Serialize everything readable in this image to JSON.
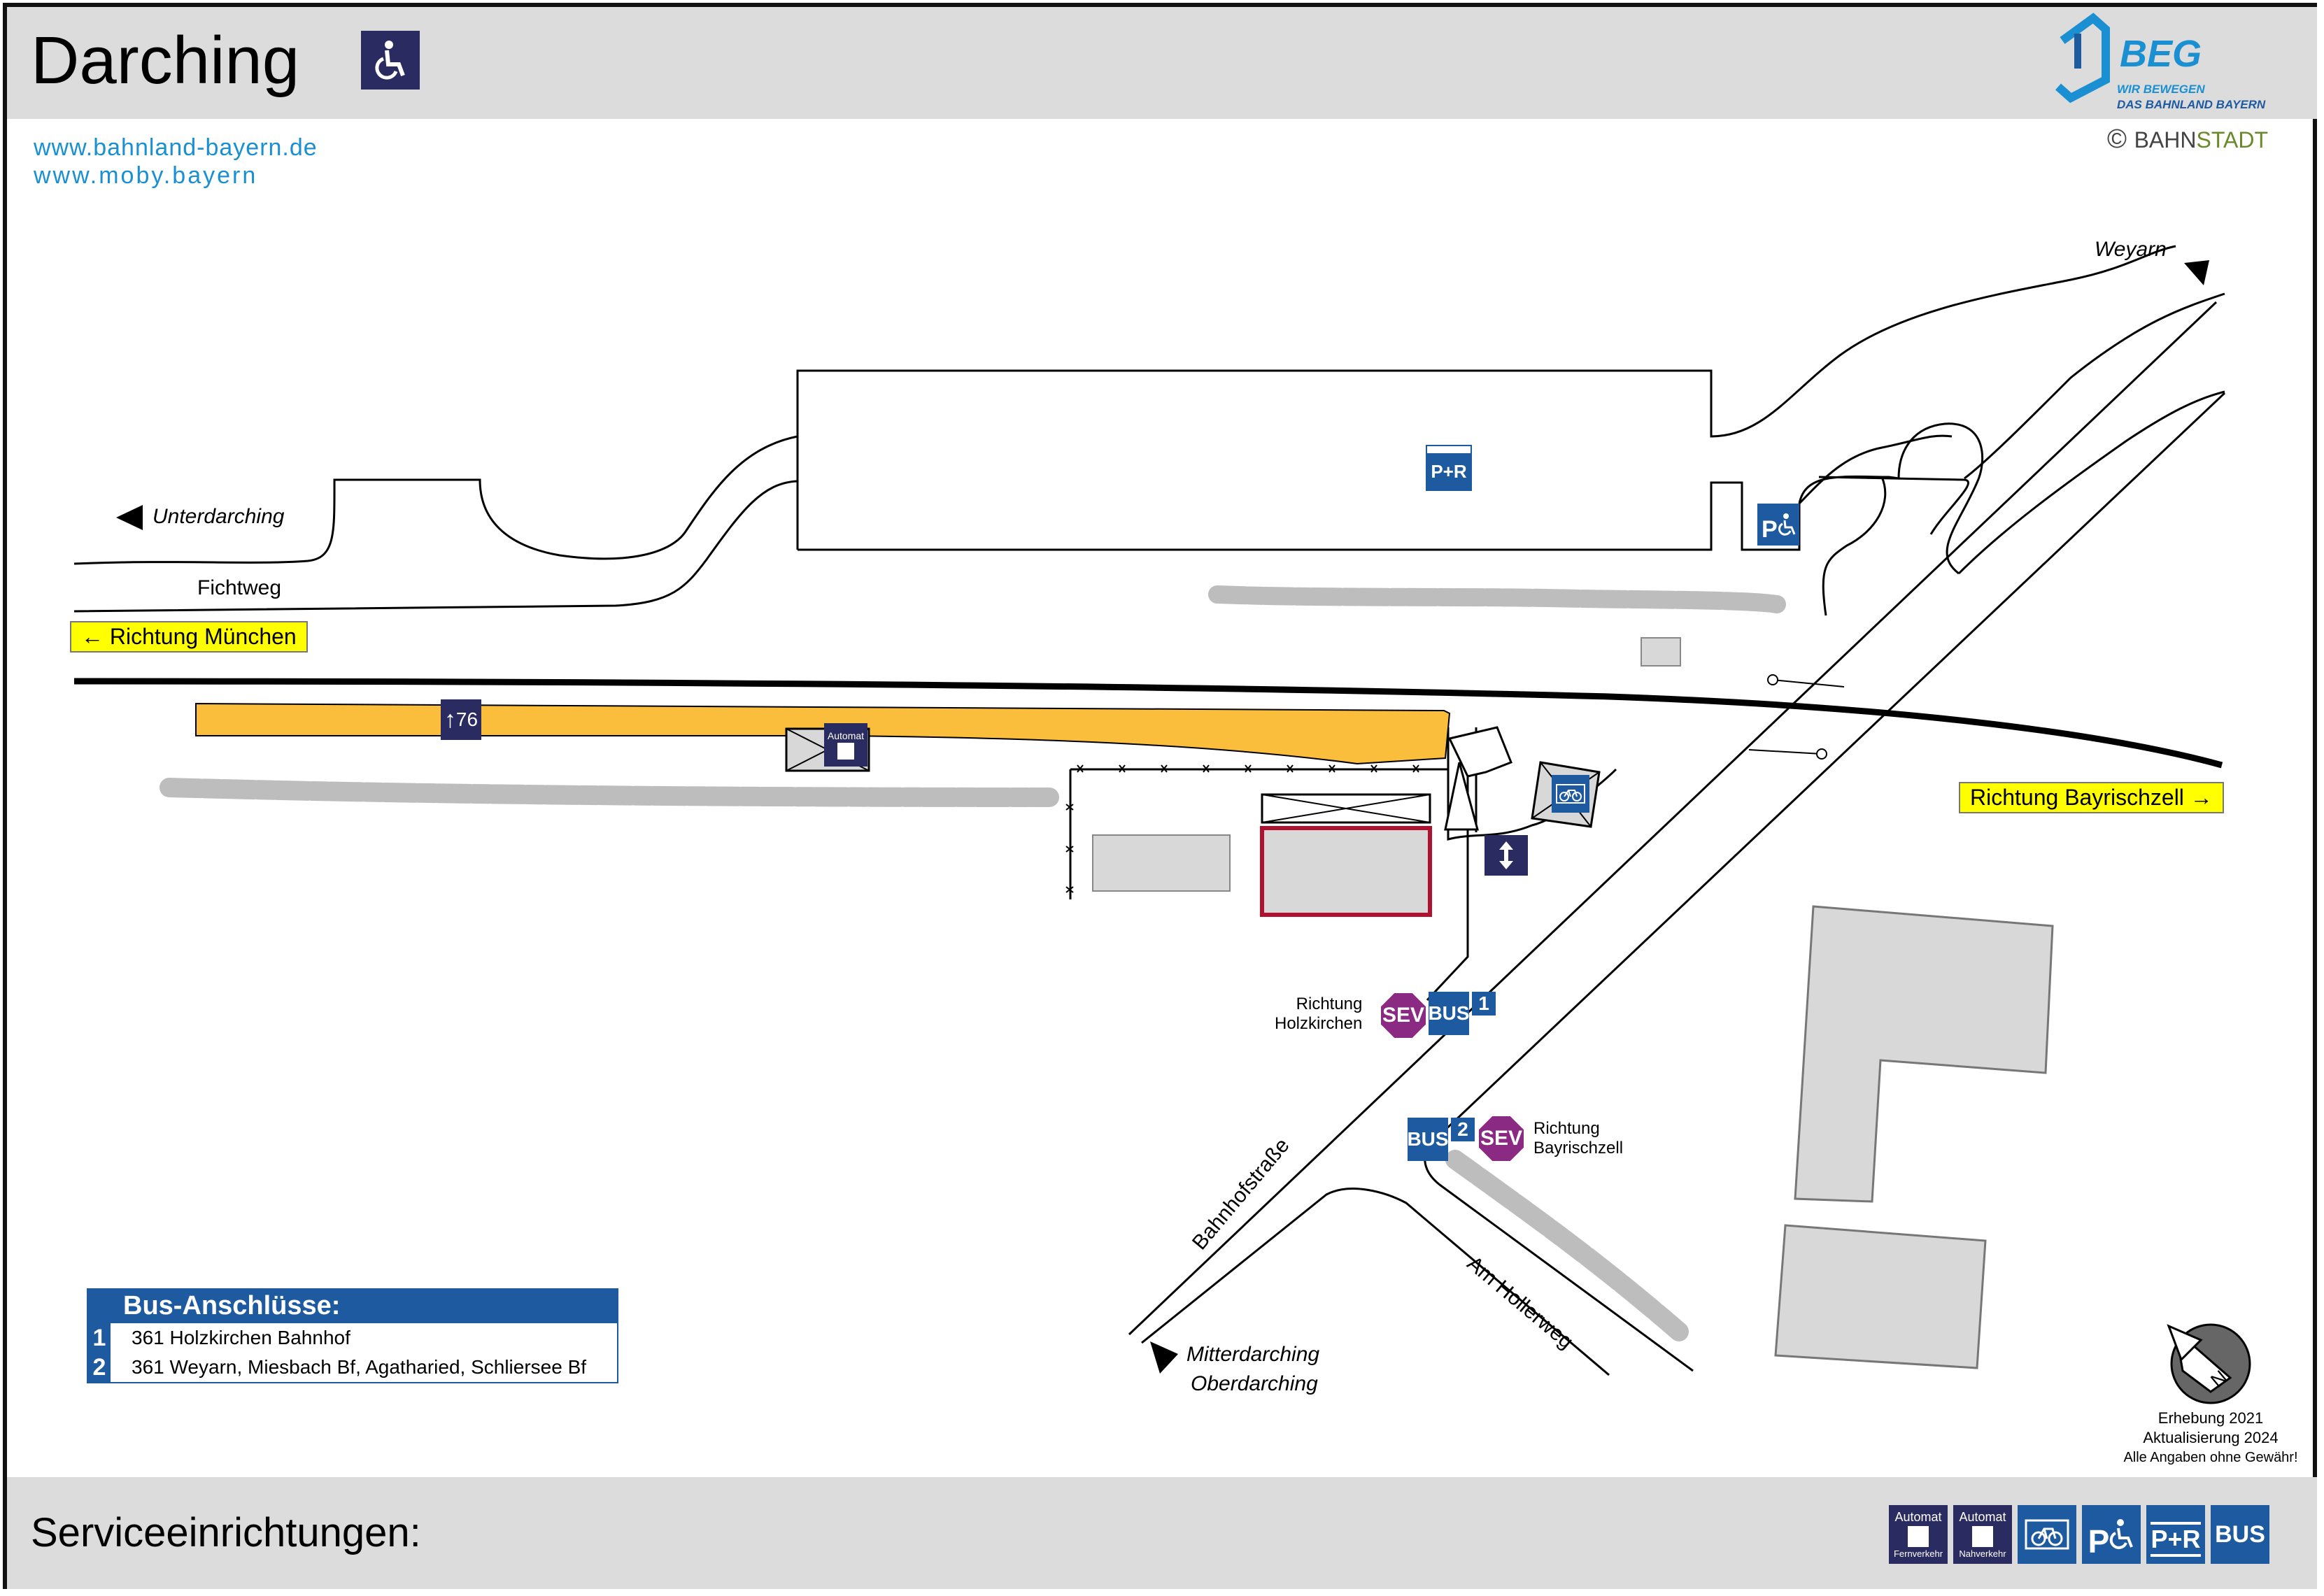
{
  "header": {
    "title": "Darching",
    "links": [
      "www.bahnland-bayern.de",
      "www.moby.bayern"
    ],
    "logo_main": "BEG",
    "logo_tagline_1": "WIR BEWEGEN",
    "logo_tagline_2": "DAS BAHNLAND BAYERN",
    "copyright_symbol": "©",
    "copyright_brand_1": "BAHN",
    "copyright_brand_2": "STADT"
  },
  "map": {
    "directions": {
      "weyarn": "Weyarn",
      "unterdarching": "Unterdarching",
      "mitterdarching": "Mitterdarching",
      "oberdarching": "Oberdarching"
    },
    "streets": {
      "fichtweg": "Fichtweg",
      "bahnhofstrasse": "Bahnhofstraße",
      "am_hollerweg": "Am Hollerweg"
    },
    "richtung_muenchen": "Richtung München",
    "richtung_bayrischzell": "Richtung Bayrischzell",
    "platform_height": "76",
    "automat_label": "Automat",
    "park_ride": "P+R",
    "parking": "P",
    "bus_stop_1": {
      "bus": "BUS",
      "number": "1",
      "sev": "SEV",
      "direction_line1": "Richtung",
      "direction_line2": "Holzkirchen"
    },
    "bus_stop_2": {
      "bus": "BUS",
      "number": "2",
      "sev": "SEV",
      "direction_line1": "Richtung",
      "direction_line2": "Bayrischzell"
    },
    "compass_letter": "N"
  },
  "bus_connections": {
    "heading": "Bus-Anschlüsse:",
    "rows": [
      {
        "num": "1",
        "text": "361 Holzkirchen Bahnhof"
      },
      {
        "num": "2",
        "text": "361 Weyarn, Miesbach Bf, Agatharied, Schliersee Bf"
      }
    ]
  },
  "survey": {
    "line1": "Erhebung 2021",
    "line2": "Aktualisierung 2024",
    "line3": "Alle Angaben ohne Gewähr!"
  },
  "footer": {
    "title": "Serviceeinrichtungen:",
    "icons": [
      {
        "name": "automat-fernverkehr-icon",
        "top": "Automat",
        "bottom": "Fernverkehr"
      },
      {
        "name": "automat-nahverkehr-icon",
        "top": "Automat",
        "bottom": "Nahverkehr"
      },
      {
        "name": "bike-parking-icon",
        "top": "",
        "bottom": ""
      },
      {
        "name": "disabled-parking-icon",
        "top": "P",
        "bottom": ""
      },
      {
        "name": "park-and-ride-icon",
        "top": "P+R",
        "bottom": ""
      },
      {
        "name": "bus-icon",
        "top": "BUS",
        "bottom": ""
      }
    ]
  },
  "colors": {
    "platform": "#fbbd3c",
    "blue": "#1e5aa0",
    "navy": "#2a2b60",
    "sev": "#8b2a82",
    "link": "#1a8fd1",
    "waiting_area": "#b0112f",
    "grey_building": "#d8d8d8"
  }
}
